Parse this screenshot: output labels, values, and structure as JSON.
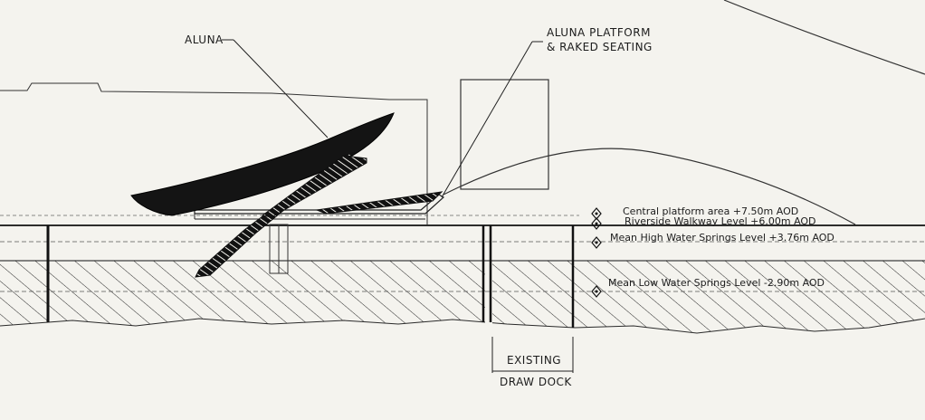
{
  "labels": {
    "aluna": "ALUNA",
    "platform_line1": "ALUNA PLATFORM",
    "platform_line2": "& RAKED SEATING",
    "dock_line1": "EXISTING",
    "dock_line2": "DRAW DOCK"
  },
  "levels": [
    {
      "text": "Central platform area +7.50m AOD"
    },
    {
      "text": "Riverside Walkway Level +6.00m AOD"
    },
    {
      "text": "Mean High Water Springs Level +3.76m AOD"
    },
    {
      "text": "Mean Low Water Springs Level -2.90m AOD"
    }
  ],
  "colors": {
    "paper": "#f4f3ee",
    "ink": "#1c1c1c"
  }
}
